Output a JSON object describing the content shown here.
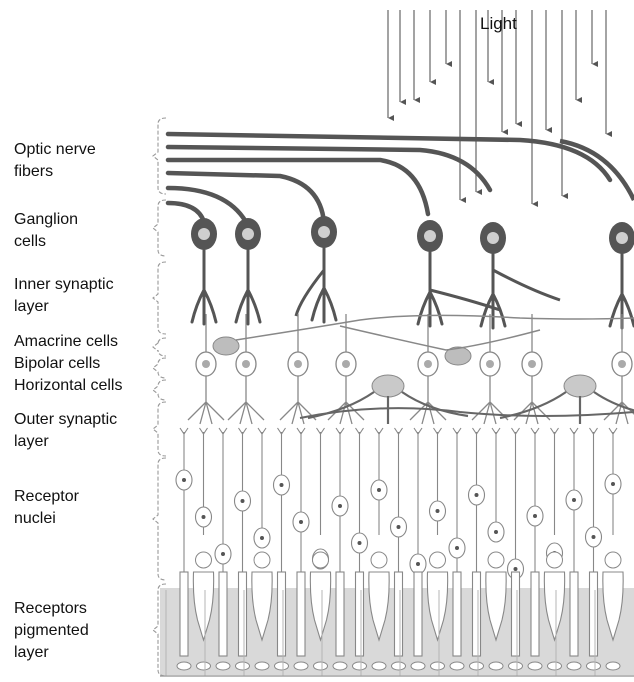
{
  "diagram": {
    "light_label": "Light",
    "layers": [
      {
        "id": "optic-nerve-fibers",
        "lines": [
          "Optic nerve",
          "fibers"
        ]
      },
      {
        "id": "ganglion-cells",
        "lines": [
          "Ganglion",
          "cells"
        ]
      },
      {
        "id": "inner-synaptic-layer",
        "lines": [
          "Inner synaptic",
          "layer"
        ]
      },
      {
        "id": "amacrine-cells",
        "lines": [
          "Amacrine cells"
        ]
      },
      {
        "id": "bipolar-cells",
        "lines": [
          "Bipolar cells"
        ]
      },
      {
        "id": "horizontal-cells",
        "lines": [
          "Horizontal cells"
        ]
      },
      {
        "id": "outer-synaptic-layer",
        "lines": [
          "Outer synaptic",
          "layer"
        ]
      },
      {
        "id": "receptor-nuclei",
        "lines": [
          "Receptor",
          "nuclei"
        ]
      },
      {
        "id": "receptors-pigmented-layer",
        "lines": [
          "Receptors",
          "pigmented",
          "layer"
        ]
      }
    ],
    "colors": {
      "neuron_dark": "#555555",
      "neuron_outline": "#888888",
      "pigment_band": "#d9d9d9",
      "text": "#111111"
    }
  }
}
